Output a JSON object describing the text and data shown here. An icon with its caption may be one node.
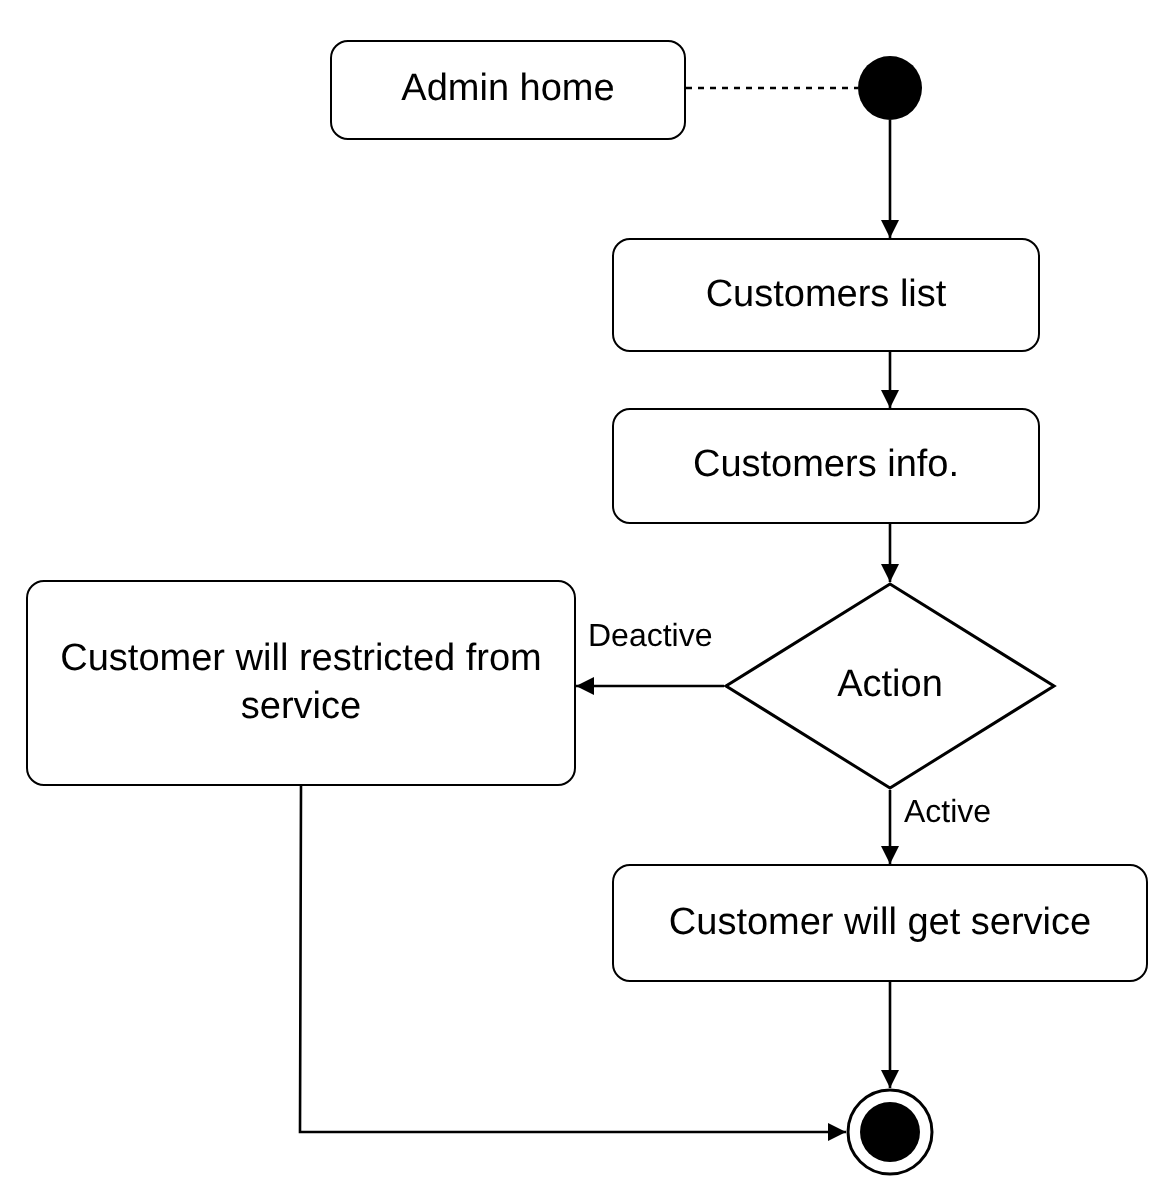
{
  "diagram": {
    "nodes": [
      {
        "text": [
          "Admin home"
        ]
      },
      {
        "text": [],
        "shape": "circle"
      },
      {
        "text": [
          "Customers list"
        ]
      },
      {
        "text": [
          "Customers info."
        ]
      },
      {
        "text": [
          "Action"
        ]
      },
      {
        "text": [
          "Customer will restricted from service"
        ]
      },
      {
        "text": [
          "Customer will get service"
        ]
      },
      {
        "text": [],
        "shape": "bullseye"
      }
    ],
    "edges": [
      {
        "from": 0,
        "to": 1,
        "arrow": "none",
        "style": "dashed"
      },
      {
        "from": 1,
        "to": 2,
        "arrow": "to"
      },
      {
        "from": 2,
        "to": 3,
        "arrow": "to"
      },
      {
        "from": 3,
        "to": 4,
        "arrow": "to"
      },
      {
        "from": 4,
        "to": 5,
        "arrow": "to",
        "label": "Deactive"
      },
      {
        "from": 4,
        "to": 6,
        "arrow": "to",
        "label": "Active"
      },
      {
        "from": 6,
        "to": 7,
        "arrow": "to"
      },
      {
        "from": 5,
        "to": 7,
        "arrow": "to"
      }
    ]
  }
}
